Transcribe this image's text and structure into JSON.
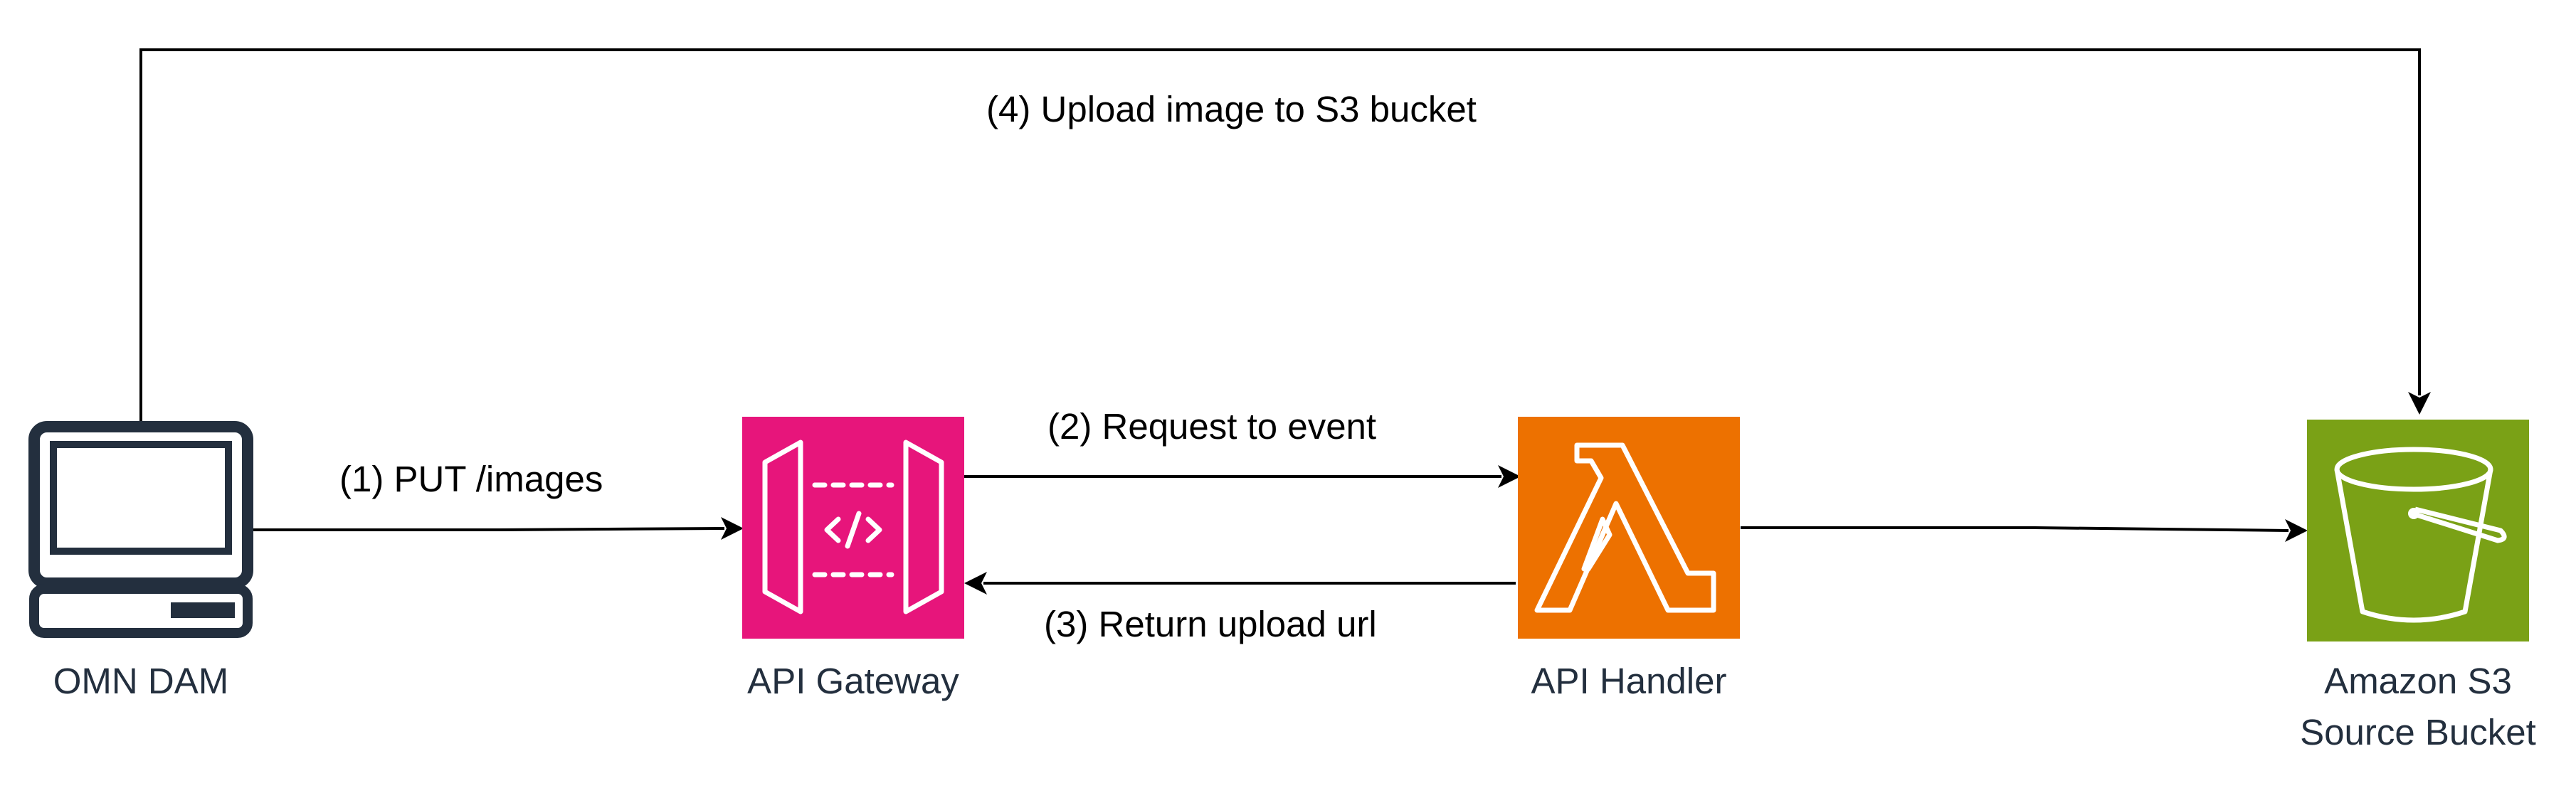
{
  "nodes": {
    "client": {
      "label": "OMN DAM",
      "icon": "desktop-computer-icon"
    },
    "gateway": {
      "label": "API Gateway",
      "icon": "api-gateway-icon",
      "color": "#E7157B"
    },
    "handler": {
      "label": "API Handler",
      "icon": "lambda-icon",
      "color": "#ED7100"
    },
    "bucket": {
      "label_line1": "Amazon S3",
      "label_line2": "Source Bucket",
      "icon": "s3-bucket-icon",
      "color": "#7AA116"
    }
  },
  "edges": {
    "put_images": "(1) PUT /images",
    "request_event": "(2) Request to event",
    "return_url": "(3) Return upload url",
    "upload_s3": "(4) Upload image to S3 bucket"
  },
  "colors": {
    "line": "#000000",
    "label_text": "#232f3e",
    "icon_stroke": "#ffffff",
    "client_icon": "#232f3e"
  }
}
